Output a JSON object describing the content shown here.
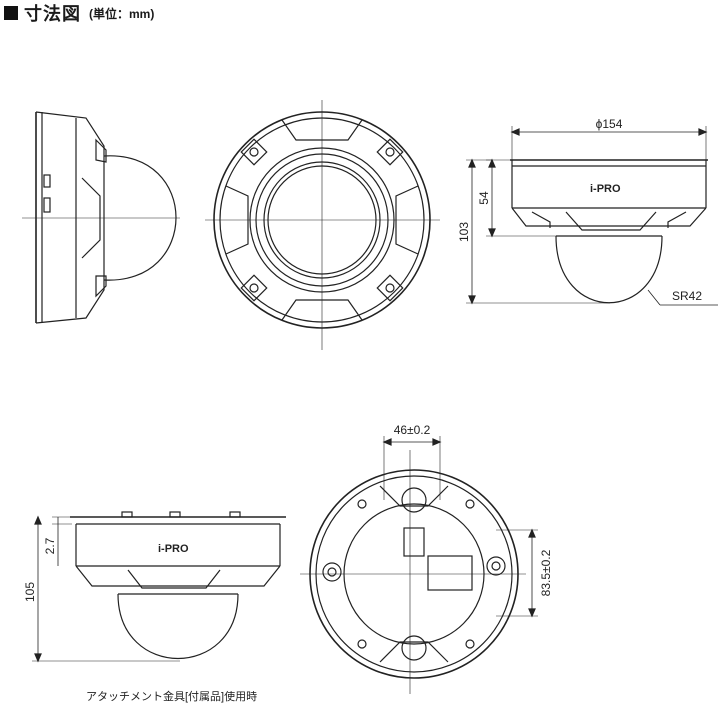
{
  "header": {
    "title": "寸法図",
    "unit": "(単位：mm)"
  },
  "dimensions": {
    "diameter": "ϕ154",
    "height_base": "54",
    "height_total": "103",
    "dome_radius": "SR42",
    "bracket_height": "2.7",
    "bracket_total": "105",
    "hole_spacing_h": "46±0.2",
    "hole_spacing_v": "83.5±0.2"
  },
  "brand": {
    "logo_top": "i-PRO",
    "logo_bottom": "i-PRO"
  },
  "caption": "アタッチメント金具[付属品]使用時"
}
